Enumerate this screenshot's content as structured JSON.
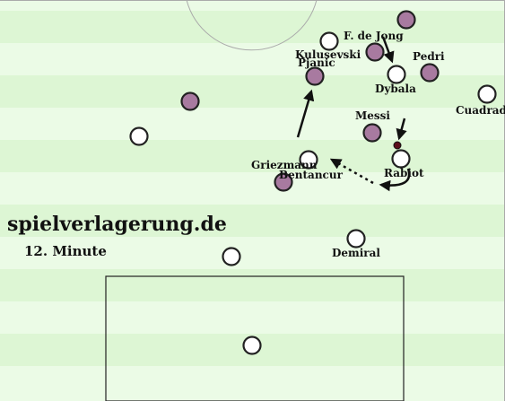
{
  "watermark": "spielverlagerung.de",
  "minute": "12. Minute",
  "colors": {
    "stripe_light": "#ebfbe6",
    "stripe_dark": "#ddf6d4",
    "line": "#aaaaaa",
    "team_a": "#a87aa0",
    "team_b": "#ffffff",
    "ball": "#5a0e1a"
  },
  "labels": {
    "de_jong": "F. de Jong",
    "kulusevski": "Kulusevski",
    "pjanic": "Pjanic",
    "pedri": "Pedri",
    "dybala": "Dybala",
    "cuadrado": "Cuadrado",
    "messi": "Messi",
    "griezmann": "Griezmann",
    "bentancur": "Bentancur",
    "rabiot": "Rabiot",
    "demiral": "Demiral"
  }
}
